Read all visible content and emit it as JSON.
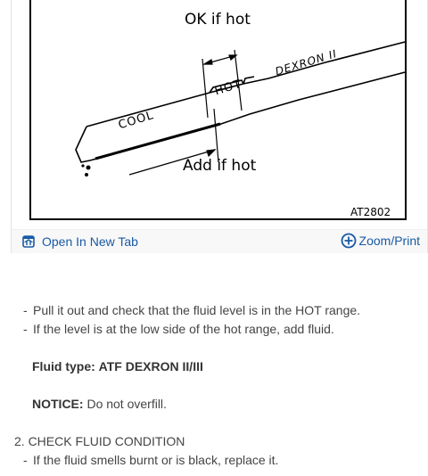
{
  "figure": {
    "labels": {
      "ok_if_hot": "OK if hot",
      "add_if_hot": "Add if hot",
      "cool": "COOL",
      "hot": "HOT",
      "dexron": "DEXRON II",
      "figure_code": "AT2802"
    },
    "open_tab_label": "Open In New Tab",
    "zoom_print_label": "Zoom/Print"
  },
  "instructions": {
    "bullets": [
      "Pull it out and check that the fluid level is in the HOT range.",
      "If the level is at the low side of the hot range, add fluid."
    ],
    "fluid_type_label": "Fluid type:",
    "fluid_type_value": "ATF DEXRON II/III",
    "notice_label": "NOTICE:",
    "notice_value": "Do not overfill.",
    "step2_title": "2. CHECK FLUID CONDITION",
    "step2_bullets": [
      "If the fluid smells burnt or is black, replace it."
    ]
  },
  "colors": {
    "link": "#1a5aa6",
    "text": "#444444"
  }
}
